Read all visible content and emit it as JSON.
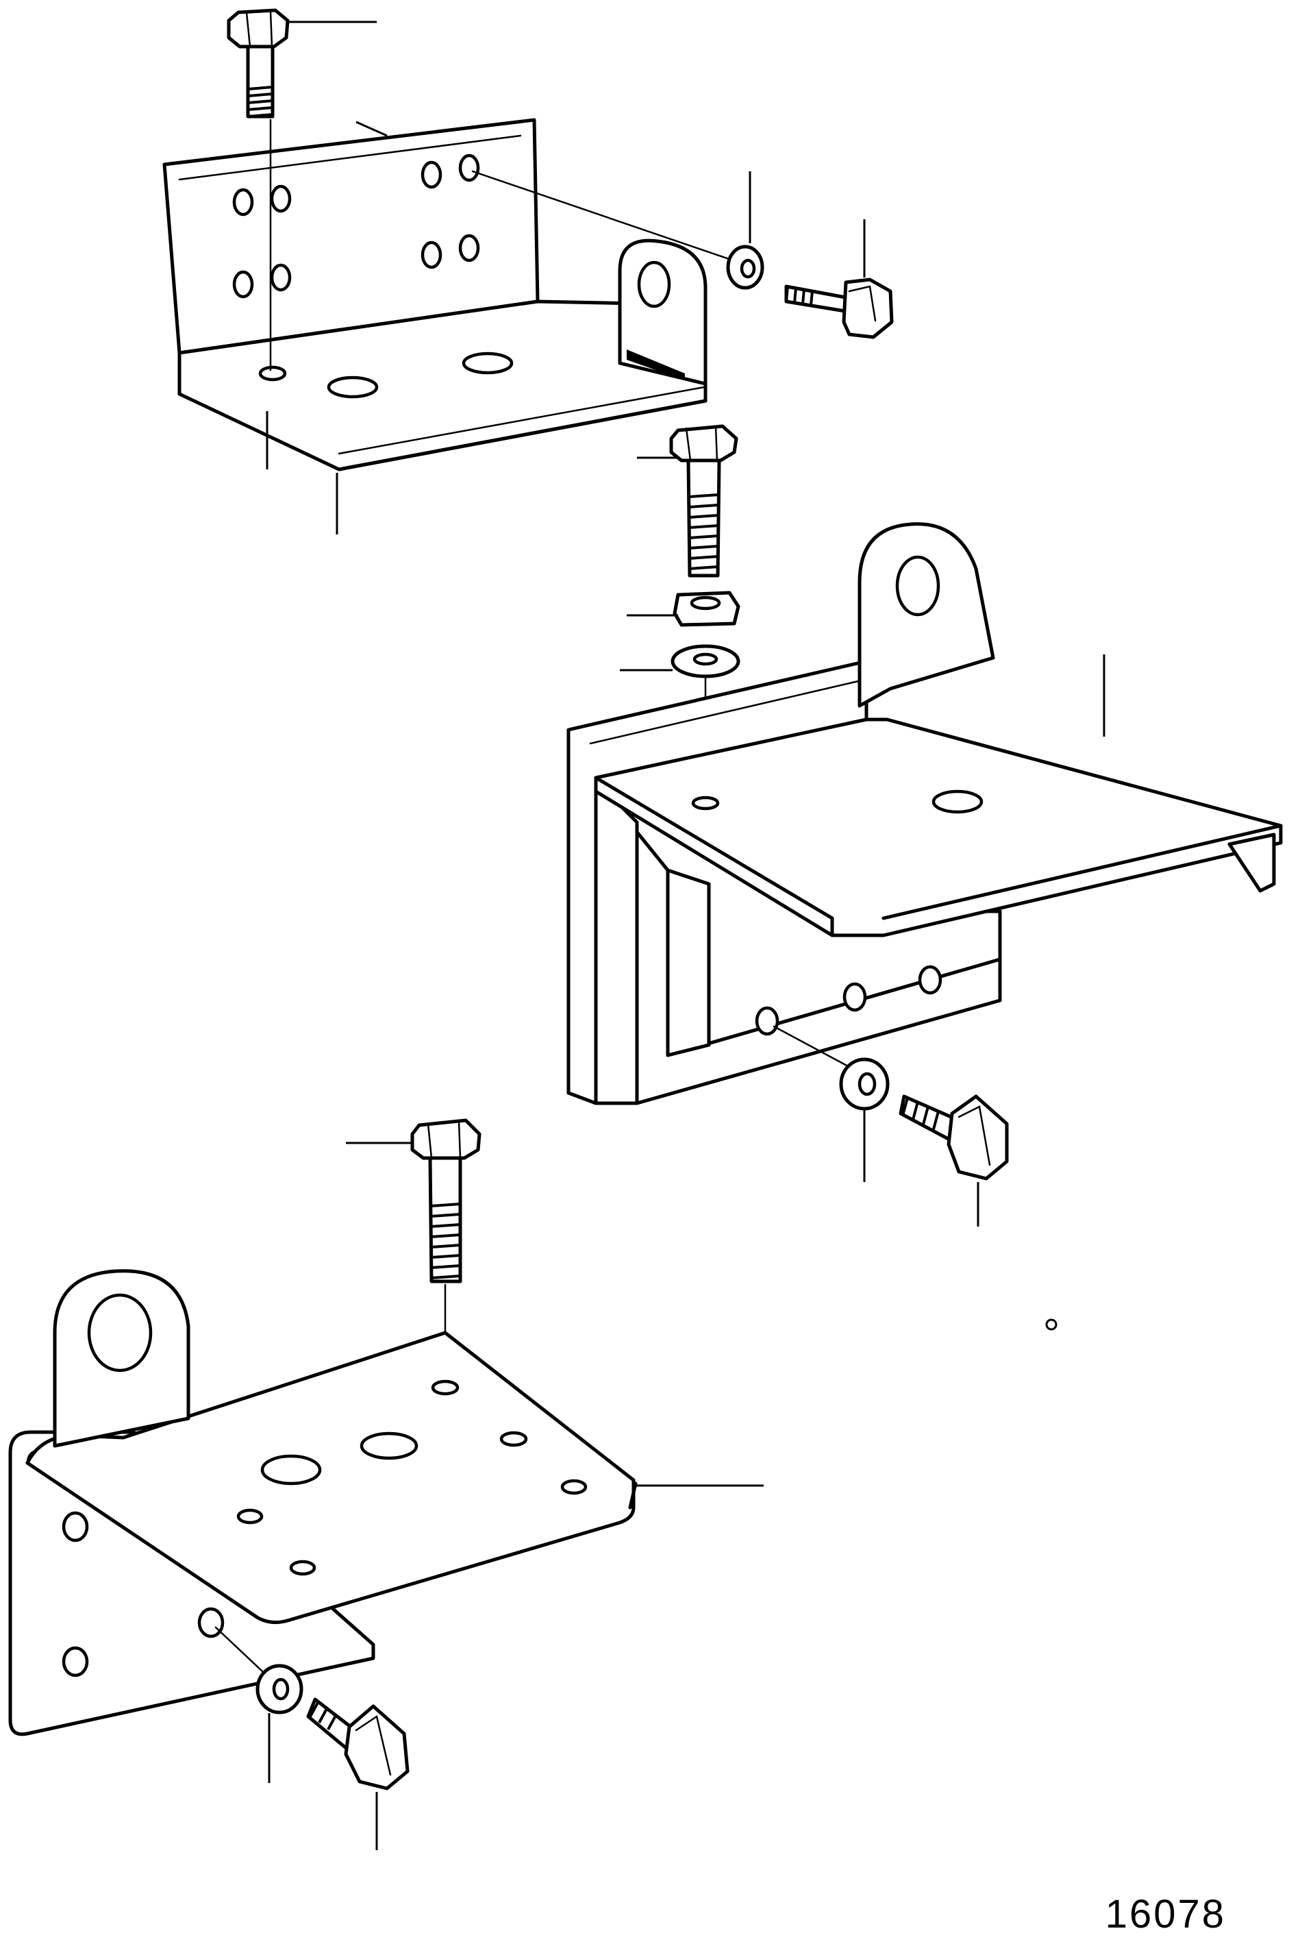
{
  "figure": {
    "number": "16078"
  },
  "colors": {
    "line": "#000000",
    "background": "#ffffff"
  },
  "parts": [
    {
      "name": "upper-angle-bracket"
    },
    {
      "name": "middle-bracket"
    },
    {
      "name": "lower-bracket"
    }
  ]
}
